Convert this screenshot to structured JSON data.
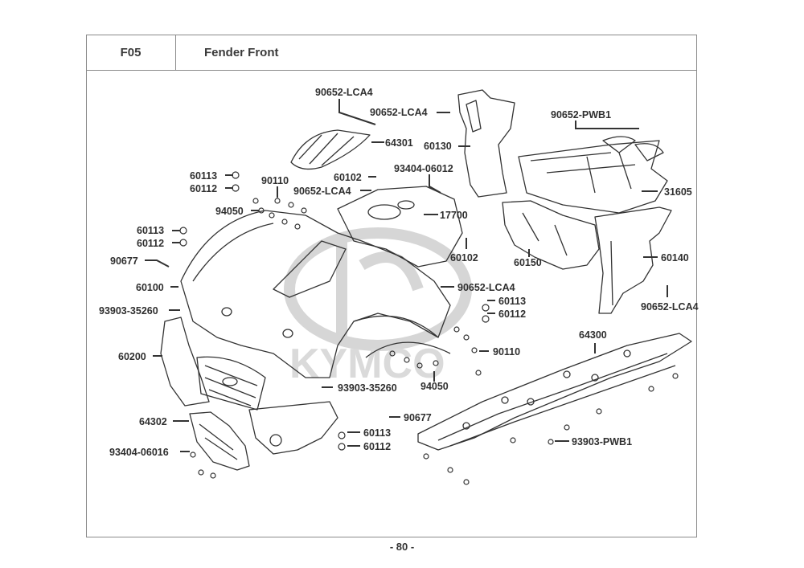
{
  "header": {
    "section_code": "F05",
    "section_title": "Fender Front"
  },
  "footer": {
    "page_number": "- 80 -"
  },
  "watermark": {
    "text": "KYMCO",
    "color": "#d4d4d4"
  },
  "colors": {
    "frame_border": "#8a8a8a",
    "label_text": "#2f2f2f",
    "line_art": "#333333"
  },
  "part_labels": [
    {
      "id": "p01",
      "text": "90652-LCA4"
    },
    {
      "id": "p02",
      "text": "90652-LCA4"
    },
    {
      "id": "p03",
      "text": "64301"
    },
    {
      "id": "p04",
      "text": "60130"
    },
    {
      "id": "p05",
      "text": "90652-PWB1"
    },
    {
      "id": "p06",
      "text": "31605"
    },
    {
      "id": "p07",
      "text": "60113"
    },
    {
      "id": "p08",
      "text": "60112"
    },
    {
      "id": "p09",
      "text": "90110"
    },
    {
      "id": "p10",
      "text": "60102"
    },
    {
      "id": "p11",
      "text": "93404-06012"
    },
    {
      "id": "p12",
      "text": "90652-LCA4"
    },
    {
      "id": "p13",
      "text": "94050"
    },
    {
      "id": "p14",
      "text": "17700"
    },
    {
      "id": "p15",
      "text": "60113"
    },
    {
      "id": "p16",
      "text": "60112"
    },
    {
      "id": "p17",
      "text": "90677"
    },
    {
      "id": "p18",
      "text": "60102"
    },
    {
      "id": "p19",
      "text": "60150"
    },
    {
      "id": "p20",
      "text": "60140"
    },
    {
      "id": "p21",
      "text": "60100"
    },
    {
      "id": "p22",
      "text": "90652-LCA4"
    },
    {
      "id": "p23",
      "text": "60113"
    },
    {
      "id": "p24",
      "text": "60112"
    },
    {
      "id": "p25",
      "text": "93903-35260"
    },
    {
      "id": "p26",
      "text": "90652-LCA4"
    },
    {
      "id": "p27",
      "text": "64300"
    },
    {
      "id": "p28",
      "text": "60200"
    },
    {
      "id": "p29",
      "text": "90110"
    },
    {
      "id": "p30",
      "text": "94050"
    },
    {
      "id": "p31",
      "text": "93903-35260"
    },
    {
      "id": "p32",
      "text": "90677"
    },
    {
      "id": "p33",
      "text": "64302"
    },
    {
      "id": "p34",
      "text": "60113"
    },
    {
      "id": "p35",
      "text": "60112"
    },
    {
      "id": "p36",
      "text": "93903-PWB1"
    },
    {
      "id": "p37",
      "text": "93404-06016"
    }
  ]
}
